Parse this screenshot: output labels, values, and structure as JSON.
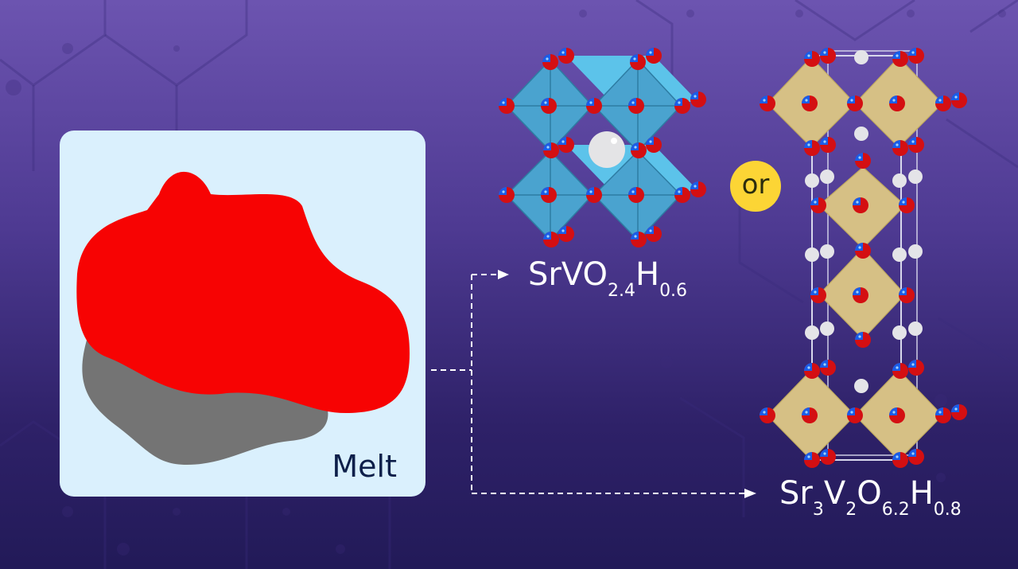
{
  "diagram": {
    "melt_panel": {
      "label": "Melt"
    },
    "or_badge": {
      "label": "or"
    },
    "product_1": {
      "formula": {
        "p1": "SrVO",
        "s1": "2.4",
        "p2": "H",
        "s2": "0.6"
      },
      "structure": "perovskite (blue octahedra)"
    },
    "product_2": {
      "formula": {
        "p1": "Sr",
        "s1": "3",
        "p2": "V",
        "s2": "2",
        "p3": "O",
        "s3": "6.2",
        "p4": "H",
        "s4": "0.8"
      },
      "structure": "layered Ruddlesden-Popper (tan octahedra)"
    },
    "colors": {
      "background_top": "#6c54b0",
      "background_bottom": "#221a58",
      "panel": "#daf0fd",
      "melt_red": "#f70303",
      "melt_gray": "#747474",
      "octahedra_blue": "#4aa6d4",
      "octahedra_tan": "#d6c085",
      "oxygen": "#d40f12",
      "hydride": "#1a5de8",
      "sr_atom": "#e6e6e8",
      "or_badge": "#fcd535"
    }
  }
}
